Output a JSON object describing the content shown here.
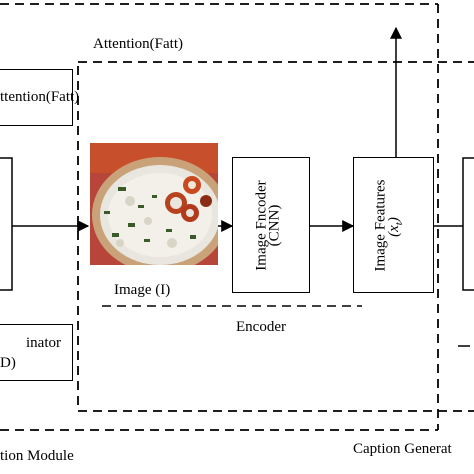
{
  "diagram": {
    "attention_top_label": "Attention(Fatt)",
    "attention_box_label": "ttention(Fatt)",
    "discriminator_label_line1": "inator",
    "discriminator_label_line2": "D)",
    "image_caption": "Image (I)",
    "image_encoder_line1": "Image Fncoder",
    "image_encoder_line2": "(CNN)",
    "image_features_line1": "Image Features",
    "image_features_symbol": "(x",
    "image_features_subscript": "t",
    "image_features_close": ")",
    "encoder_label": "Encoder",
    "attention_module_label": "tion Module",
    "caption_generator_label": "Caption Generat"
  },
  "colors": {
    "line": "#000000",
    "background": "#ffffff",
    "photo_crust": "#c9a27a",
    "photo_cheese": "#e8e6de",
    "photo_olive": "#3b5a2a",
    "photo_tomato": "#b8421e",
    "photo_shadow": "#b23a1c"
  }
}
